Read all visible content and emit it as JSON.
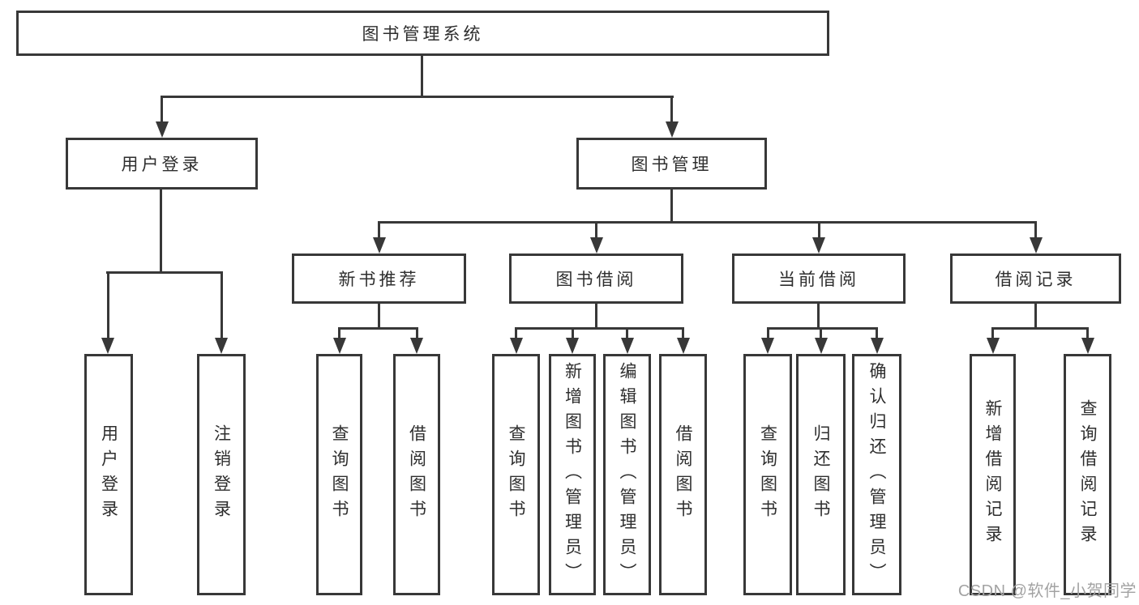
{
  "diagram": {
    "root": {
      "label": "图书管理系统"
    },
    "level2": [
      {
        "label": "用户登录"
      },
      {
        "label": "图书管理"
      }
    ],
    "level3": [
      {
        "label": "新书推荐"
      },
      {
        "label": "图书借阅"
      },
      {
        "label": "当前借阅"
      },
      {
        "label": "借阅记录"
      }
    ],
    "leaves": {
      "login": [
        "用户登录",
        "注销登录"
      ],
      "recommend": [
        "查询图书",
        "借阅图书"
      ],
      "borrow": [
        "查询图书",
        "新增图书（管理员）",
        "编辑图书（管理员）",
        "借阅图书"
      ],
      "current": [
        "查询图书",
        "归还图书",
        "确认归还（管理员）"
      ],
      "records": [
        "新增借阅记录",
        "查询借阅记录"
      ]
    },
    "colors": {
      "line": "#383838",
      "box_border": "#383838",
      "text": "#2e2e2e",
      "watermark": "#a3a3a3",
      "background": "#ffffff"
    }
  },
  "watermark": {
    "text": "CSDN @软件_小贺同学"
  }
}
